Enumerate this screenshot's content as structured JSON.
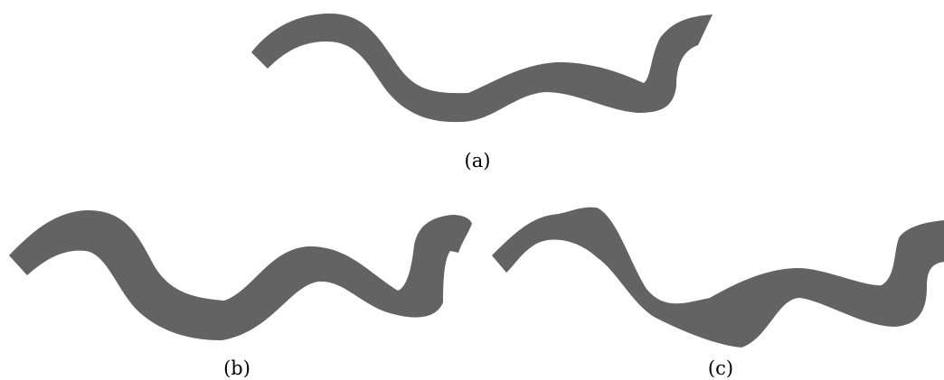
{
  "captions": {
    "a": "(a)",
    "b": "(b)",
    "c": "(c)"
  },
  "colors": {
    "shape_fill": "#636363",
    "background": "#ffffff"
  }
}
